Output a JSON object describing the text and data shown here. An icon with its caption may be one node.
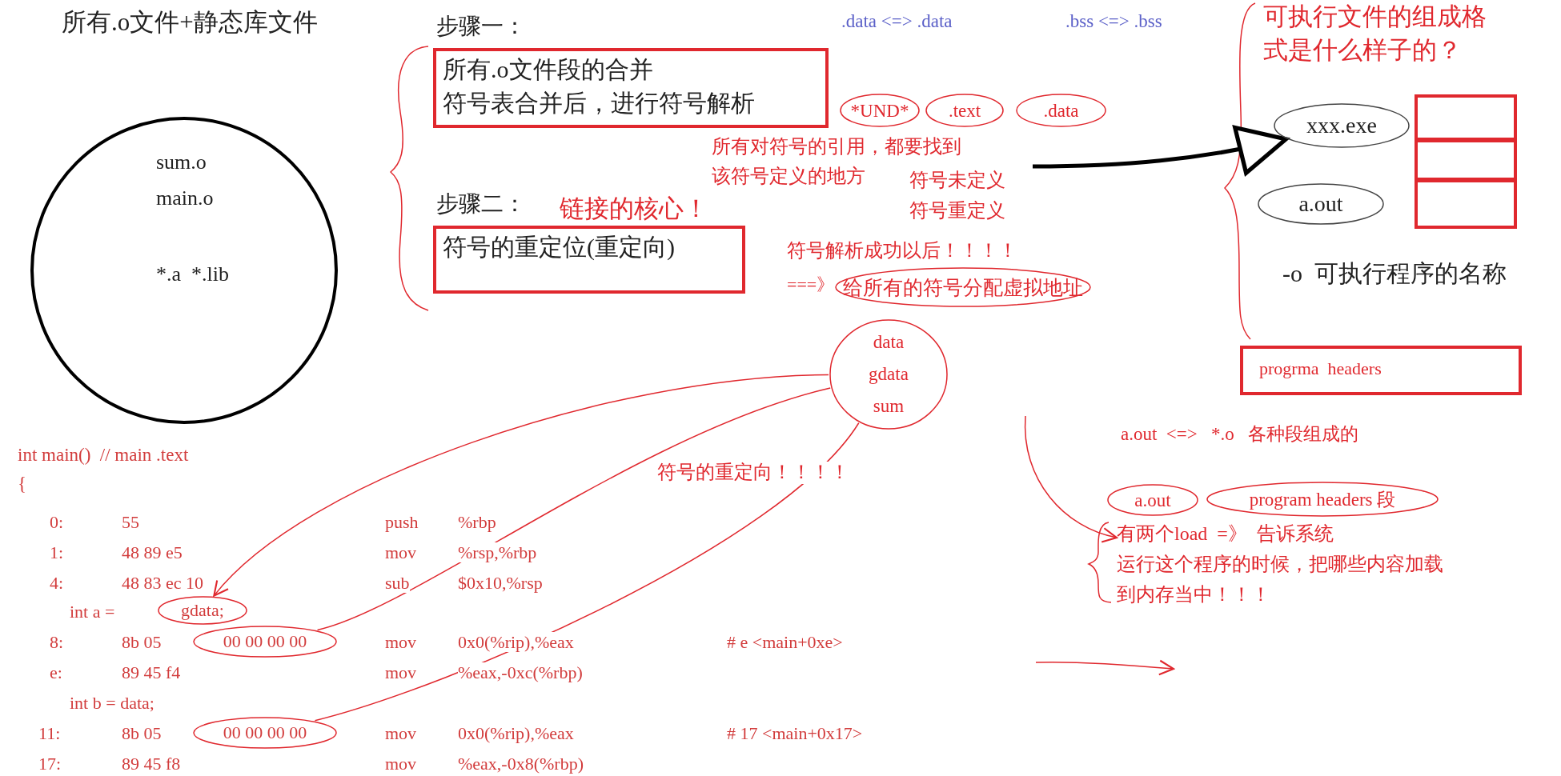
{
  "diagram": {
    "nodes": [
      {
        "text": [
          "所有.o文件+静态库文件",
          "sum.o",
          "main.o",
          "*.a  *.lib"
        ]
      },
      {
        "text": [
          "步骤一：",
          "所有.o文件段的合并",
          "符号表合并后，进行符号解析"
        ]
      },
      {
        "text": [
          "步骤二：",
          "符号的重定位(重定向)"
        ]
      },
      {
        "text": [
          "*UND*"
        ]
      },
      {
        "text": [
          ".text"
        ]
      },
      {
        "text": [
          ".data"
        ]
      },
      {
        "text": [
          "给所有的符号分配虚拟地址"
        ]
      },
      {
        "text": [
          "data",
          "gdata",
          "sum"
        ]
      },
      {
        "text": [
          "可执行文件的组成格式是什么样子的？"
        ]
      },
      {
        "text": [
          "xxx.exe"
        ]
      },
      {
        "text": [
          "a.out"
        ]
      },
      {
        "text": [],
        "shape": "box"
      },
      {
        "text": [],
        "shape": "box"
      },
      {
        "text": [],
        "shape": "box"
      },
      {
        "text": [
          "progrma  headers"
        ]
      },
      {
        "text": [
          "a.out"
        ]
      },
      {
        "text": [
          "program headers 段"
        ]
      },
      {
        "text": [
          "gdata;"
        ]
      },
      {
        "text": [
          "00 00 00 00"
        ]
      },
      {
        "text": [
          "00 00 00 00"
        ]
      },
      {
        "text": [
          "有两个load  =》  告诉系统",
          "运行这个程序的时候，把哪些内容加载到内存当中！！！"
        ]
      }
    ],
    "edges": [
      {
        "from": 7,
        "to": 17,
        "arrow": "to"
      },
      {
        "from": 7,
        "to": 18,
        "arrow": "none"
      },
      {
        "from": 7,
        "to": 19,
        "arrow": "none"
      },
      {
        "from": null,
        "to": 9,
        "arrow": "to",
        "style": "thick",
        "color": "#000000"
      },
      {
        "from": null,
        "to": 20,
        "arrow": "to"
      }
    ],
    "labels": [
      ".data <=> .data",
      ".bss <=> .bss",
      "所有对符号的引用，都要找到",
      "该符号定义的地方",
      "符号未定义",
      "链接的核心！",
      "符号重定义",
      "符号解析成功以后！！！！",
      "===》",
      "-o  可执行程序的名称",
      "a.out  <=>   *.o   各种段组成的",
      "符号的重定向！！！！",
      "int main()  // main .text",
      "{",
      "0:",
      "55",
      "push",
      "%rbp",
      "1:",
      "48 89 e5",
      "mov",
      "%rsp,%rbp",
      "4:",
      "48 83 ec 10",
      "sub",
      "$0x10,%rsp",
      "int a =",
      "8:",
      "8b 05",
      "mov",
      "0x0(%rip),%eax",
      "# e <main+0xe>",
      "e:",
      "89 45 f4",
      "mov",
      "%eax,-0xc(%rbp)",
      "int b = data;",
      "11:",
      "8b 05",
      "mov",
      "0x0(%rip),%eax",
      "# 17 <main+0x17>",
      "17:",
      "89 45 f8",
      "mov",
      "%eax,-0x8(%rbp)"
    ]
  }
}
